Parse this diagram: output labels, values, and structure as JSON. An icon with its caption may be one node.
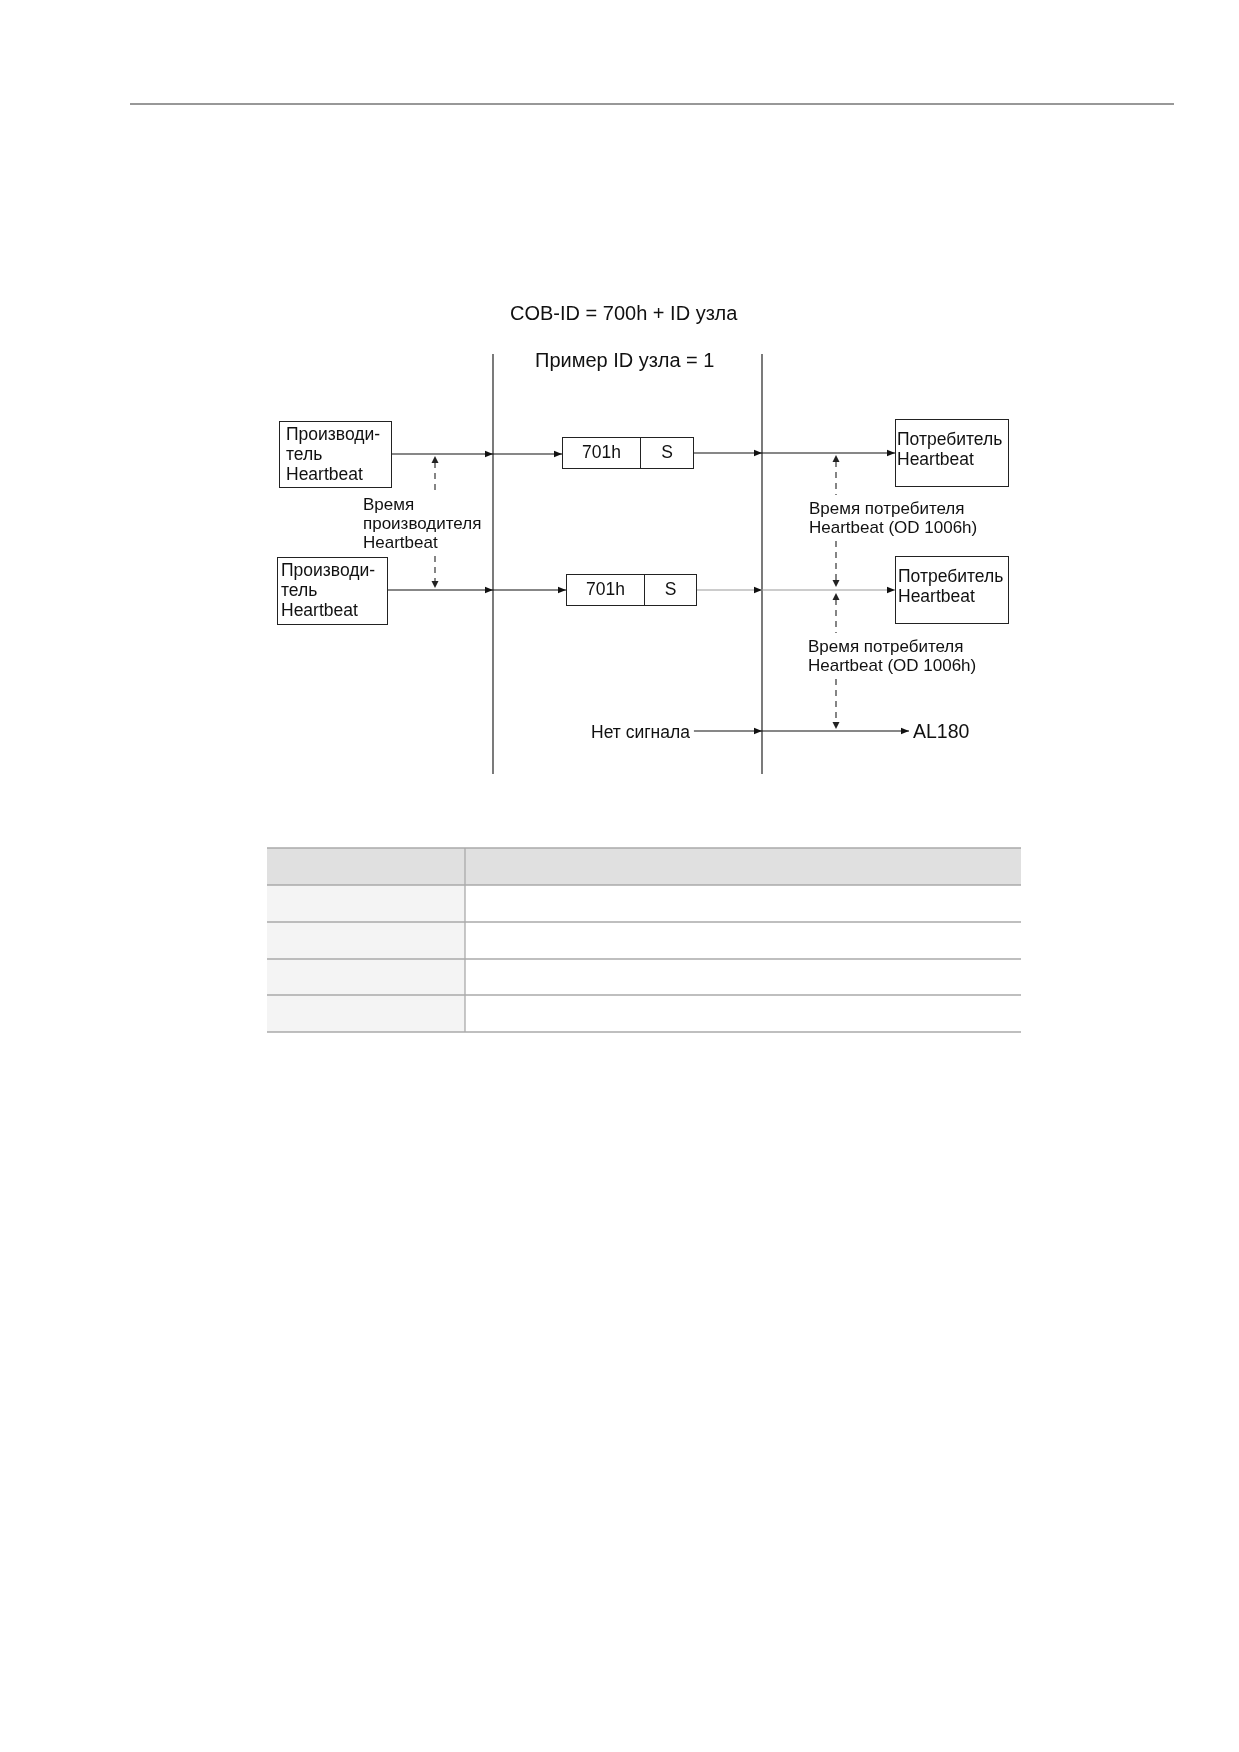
{
  "diagram": {
    "title": "COB-ID = 700h + ID узла",
    "nodes": [
      {
        "text": [
          "Производи- тель Heartbeat"
        ]
      },
      {
        "text": [
          "701h",
          "S"
        ]
      },
      {
        "text": [
          "Потребитель Heartbeat"
        ]
      },
      {
        "text": [
          "Производи- тель Heartbeat"
        ]
      },
      {
        "text": [
          "701h",
          "S"
        ]
      },
      {
        "text": [
          "Потребитель Heartbeat"
        ]
      },
      {
        "text": [
          "Нет сигнала"
        ]
      },
      {
        "text": [
          "AL180"
        ]
      }
    ],
    "edges": [
      {
        "from": 0,
        "to": 1,
        "arrow": "to"
      },
      {
        "from": 1,
        "to": 2,
        "arrow": "to"
      },
      {
        "from": 3,
        "to": 4,
        "arrow": "to"
      },
      {
        "from": 4,
        "to": 5,
        "arrow": "to",
        "color": "#9a9a9a"
      },
      {
        "from": 6,
        "to": 7,
        "arrow": "to"
      }
    ],
    "labels": [
      "Пример ID узла = 1",
      "Время производителя Heartbeat",
      "Время потребителя Heartbeat (OD 1006h)",
      "Время потребителя Heartbeat (OD 1006h)"
    ]
  }
}
